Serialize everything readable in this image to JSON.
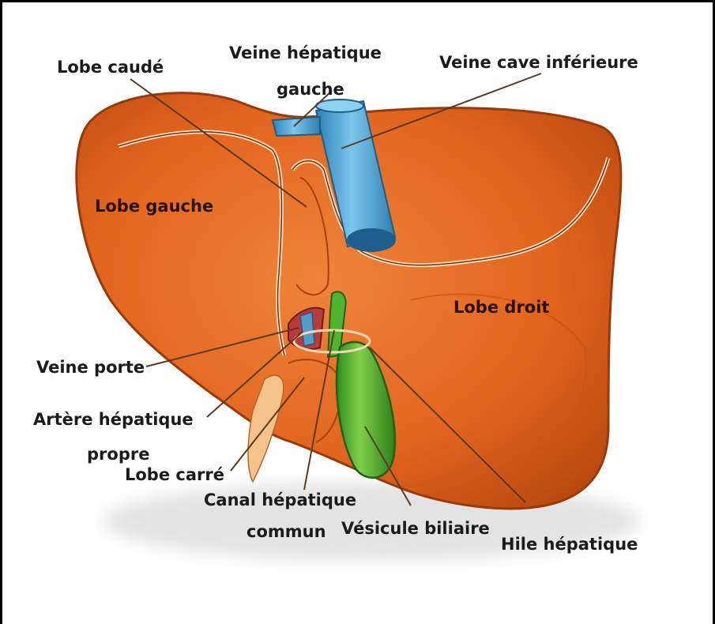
{
  "labels": {
    "lobe_caude": "Lobe caudé",
    "veine_hepatique_gauche_1": "Veine hépatique",
    "veine_hepatique_gauche_2": "gauche",
    "veine_cave": "Veine cave inférieure",
    "lobe_gauche": "Lobe gauche",
    "lobe_droit": "Lobe droit",
    "veine_porte": "Veine porte",
    "artere_1": "Artère hépatique",
    "artere_2": "propre",
    "lobe_carre": "Lobe carré",
    "canal_1": "Canal hépatique",
    "canal_2": "commun",
    "vesicule": "Vésicule biliaire",
    "hile": "Hile hépatique"
  },
  "colors": {
    "liver": "#e2651e",
    "liver_dark": "#b2450f",
    "vein_blue": "#4aa6d8",
    "gallbladder": "#4fb52c",
    "portal_red": "#b83a3a",
    "leader": "#5a3a20"
  }
}
